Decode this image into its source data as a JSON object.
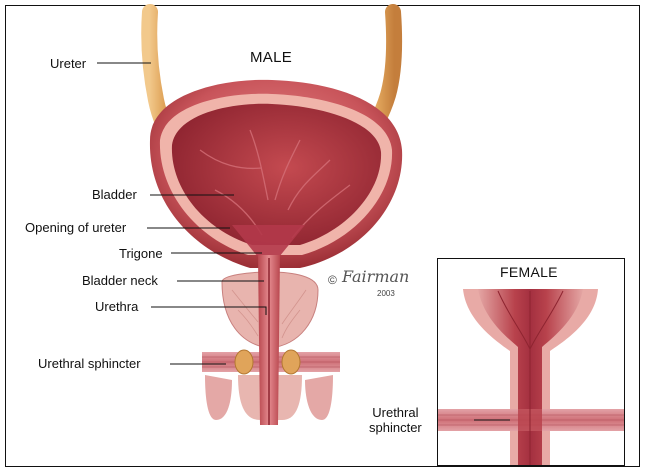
{
  "titles": {
    "male": "MALE",
    "female": "FEMALE"
  },
  "labels": {
    "ureter": "Ureter",
    "bladder": "Bladder",
    "opening_of_ureter": "Opening of ureter",
    "trigone": "Trigone",
    "bladder_neck": "Bladder neck",
    "urethra": "Urethra",
    "urethral_sphincter": "Urethral sphincter",
    "female_sphincter_line1": "Urethral",
    "female_sphincter_line2": "sphincter"
  },
  "signature": {
    "symbol": "©",
    "name": "Fairman",
    "year": "2003"
  },
  "colors": {
    "bladder_wall": "#c8545a",
    "bladder_inner": "#a8303a",
    "ureter": "#e0a45a",
    "muscle_band": "#d78a90",
    "prostate": "#e8b4ae"
  }
}
